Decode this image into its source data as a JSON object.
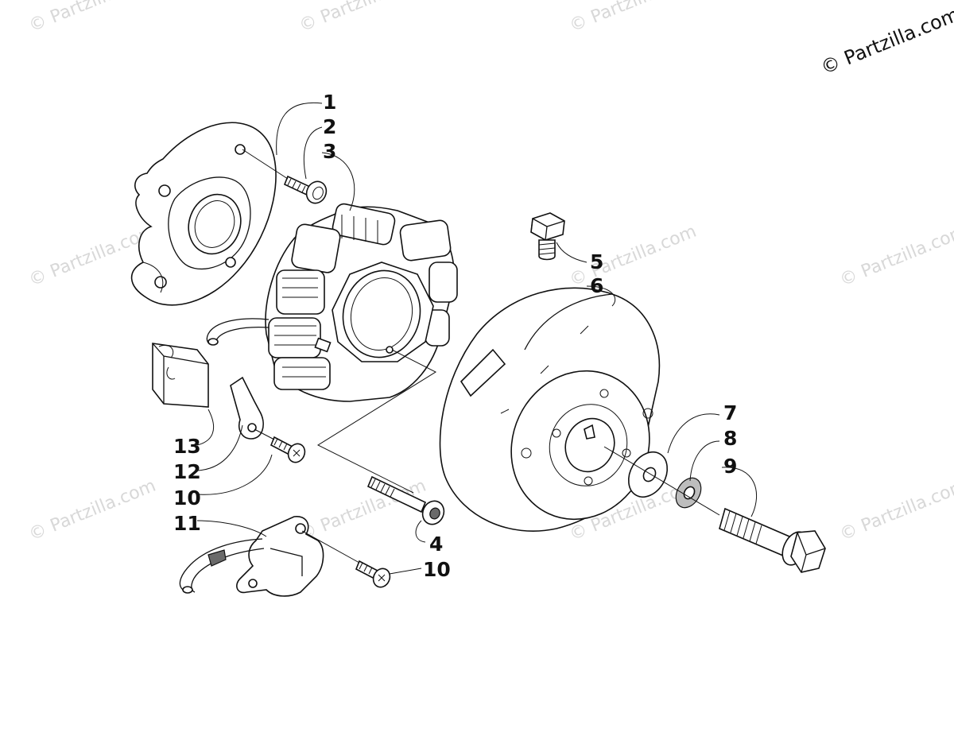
{
  "watermark": {
    "corner_text": "© Partzilla.com",
    "tile_text": "© Partzilla.com"
  },
  "callouts": [
    {
      "id": "c1",
      "label": "1"
    },
    {
      "id": "c2",
      "label": "2"
    },
    {
      "id": "c3",
      "label": "3"
    },
    {
      "id": "c4",
      "label": "4"
    },
    {
      "id": "c5",
      "label": "5"
    },
    {
      "id": "c6",
      "label": "6"
    },
    {
      "id": "c7",
      "label": "7"
    },
    {
      "id": "c8",
      "label": "8"
    },
    {
      "id": "c9",
      "label": "9"
    },
    {
      "id": "c10a",
      "label": "10"
    },
    {
      "id": "c10b",
      "label": "10"
    },
    {
      "id": "c11",
      "label": "11"
    },
    {
      "id": "c12",
      "label": "12"
    },
    {
      "id": "c13",
      "label": "13"
    }
  ],
  "parts": [
    {
      "name": "stator-plate"
    },
    {
      "name": "plate-screw"
    },
    {
      "name": "stator-coil"
    },
    {
      "name": "stator-cap-screw"
    },
    {
      "name": "flange-bolt"
    },
    {
      "name": "flywheel"
    },
    {
      "name": "flat-washer"
    },
    {
      "name": "lock-washer"
    },
    {
      "name": "flywheel-bolt"
    },
    {
      "name": "pickup-screw"
    },
    {
      "name": "pulser-coil"
    },
    {
      "name": "wire-clamp"
    },
    {
      "name": "grommet"
    }
  ],
  "colors": {
    "line": "#111111",
    "watermark": "#d8d8d8",
    "shade": "#bdbdbd"
  }
}
